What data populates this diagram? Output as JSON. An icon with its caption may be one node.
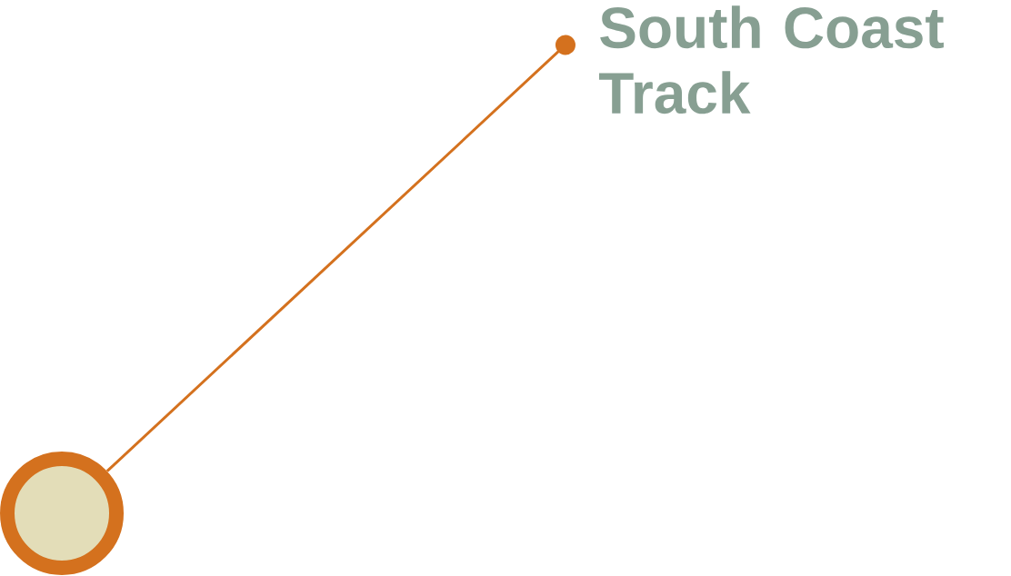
{
  "diagram": {
    "nodes": [
      {
        "text": [
          "South Coast Track"
        ]
      },
      {
        "text": [],
        "shape": "circle"
      }
    ],
    "edges": [
      {
        "from": 0,
        "to": 1,
        "arrow": "other"
      }
    ]
  }
}
